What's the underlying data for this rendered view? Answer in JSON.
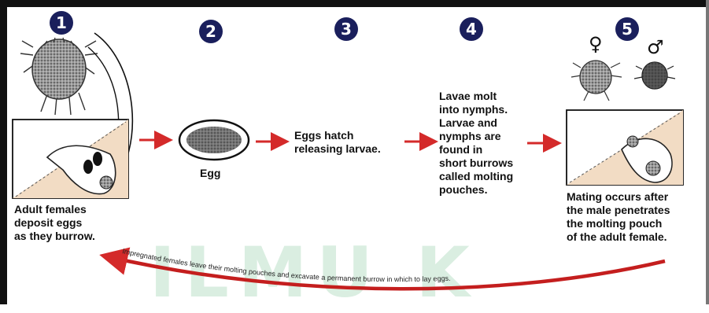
{
  "steps": [
    {
      "number": "1",
      "caption": [
        "Adult females",
        "deposit eggs",
        "as they burrow."
      ]
    },
    {
      "number": "2",
      "caption": [
        "Egg"
      ]
    },
    {
      "number": "3",
      "caption": [
        "Eggs hatch",
        "releasing larvae."
      ]
    },
    {
      "number": "4",
      "caption": [
        "Lavae molt",
        "into nymphs.",
        "Larvae and",
        "nymphs are",
        "found in",
        "short burrows",
        "called molting",
        "pouches."
      ]
    },
    {
      "number": "5",
      "caption": [
        "Mating occurs after",
        "the male penetrates",
        "the molting pouch",
        "of the adult female."
      ]
    }
  ],
  "symbols": {
    "female": "♀",
    "male": "♂"
  },
  "return_arrow_text": "Impregnated females leave their molting pouches and excavate a permanent burrow in which to lay eggs.",
  "watermark": "ILMU K",
  "colors": {
    "arrow": "#d42a2a",
    "step_badge": "#1a1f5c",
    "skin": "#f2dcc4",
    "mite": "#8a8a8a"
  }
}
